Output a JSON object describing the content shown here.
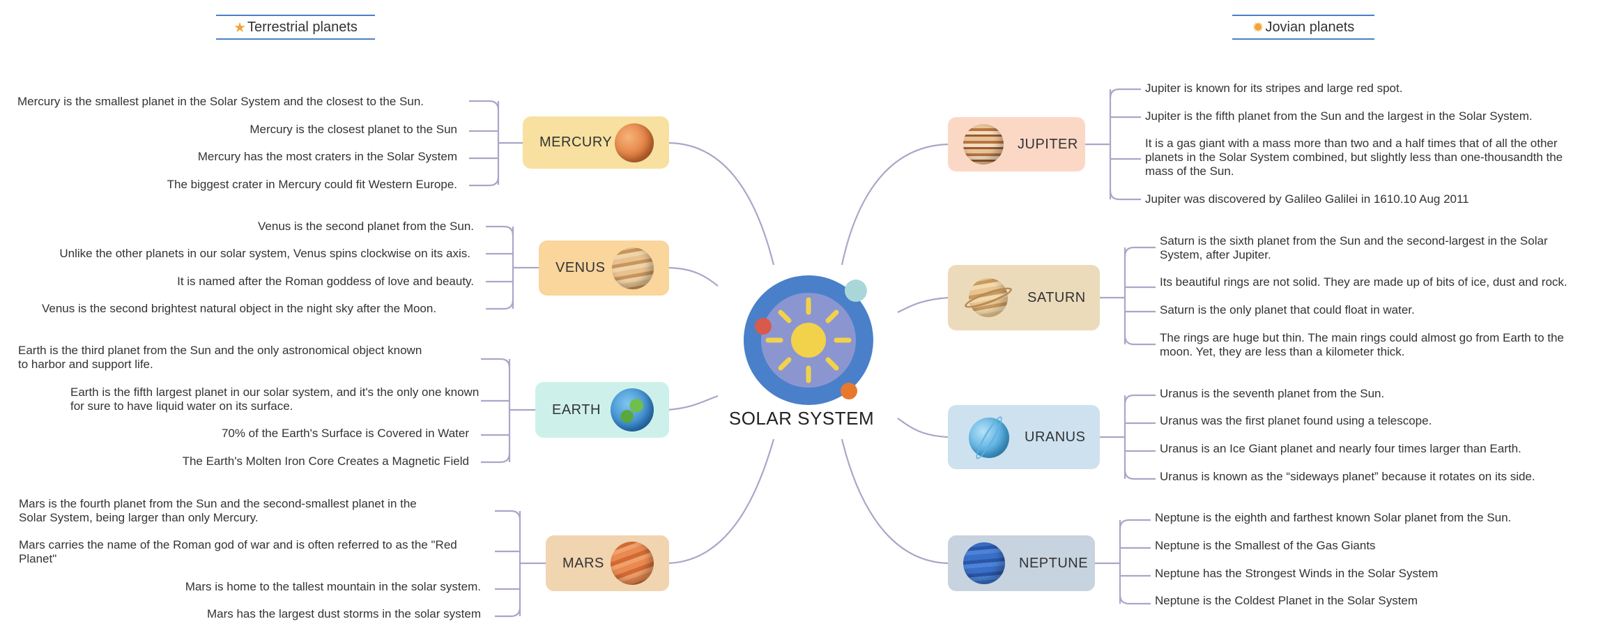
{
  "center": {
    "title": "SOLAR SYSTEM"
  },
  "headers": {
    "terrestrial": {
      "icon": "star-icon",
      "label": "Terrestrial planets"
    },
    "jovian": {
      "icon": "star-icon",
      "label": "Jovian planets"
    }
  },
  "planets": {
    "mercury": {
      "label": "MERCURY",
      "color": "#f7e0a0",
      "facts": [
        "Mercury is the smallest planet in the Solar System and the closest to the Sun.",
        "Mercury is the closest planet to the Sun",
        "Mercury has the most craters in the Solar System",
        "The biggest crater in Mercury could fit Western Europe."
      ]
    },
    "venus": {
      "label": "VENUS",
      "color": "#fad59c",
      "facts": [
        "Venus is the second planet from the Sun.",
        "Unlike the other planets in our solar system, Venus spins clockwise on its axis.",
        "It is named after the Roman goddess of love and beauty.",
        "Venus is the second brightest natural object in the night sky after the Moon."
      ]
    },
    "earth": {
      "label": "EARTH",
      "color": "#cdf1ea",
      "facts": [
        "Earth is the third planet from the Sun and the only astronomical object known to harbor and support life.",
        "Earth is the fifth largest planet in our solar system, and it's the only one known for sure to have liquid water on its surface.",
        "70% of the Earth's Surface is Covered in Water",
        "The Earth's Molten Iron Core Creates a Magnetic Field"
      ]
    },
    "mars": {
      "label": "MARS",
      "color": "#f1d4b0",
      "facts": [
        "Mars is the fourth planet from the Sun and the second-smallest planet in the Solar System, being larger than only Mercury.",
        "Mars carries the name of the Roman god of war and is often referred to as the \"Red Planet\"",
        "Mars is home to the tallest mountain in the solar system.",
        "Mars has the largest dust storms in the solar system"
      ]
    },
    "jupiter": {
      "label": "JUPITER",
      "color": "#fbd8c6",
      "facts": [
        "Jupiter is known for its stripes and large red spot.",
        "Jupiter is the fifth planet from the Sun and the largest in the Solar System.",
        "It is a gas giant with a mass more than two and a half times that of all the other planets in the Solar System combined, but slightly less than one-thousandth the mass of the Sun.",
        "Jupiter was discovered by Galileo Galilei in 1610.10 Aug 2011"
      ]
    },
    "saturn": {
      "label": "SATURN",
      "color": "#ecdbbb",
      "facts": [
        "Saturn is the sixth planet from the Sun and the second-largest in the Solar System, after Jupiter.",
        "Its beautiful rings are not solid. They are made up of bits of ice, dust and rock.",
        "Saturn is the only planet that could float in water.",
        "The rings are huge but thin. The main rings could almost go from Earth to the moon. Yet, they are less than a kilometer thick."
      ]
    },
    "uranus": {
      "label": "URANUS",
      "color": "#cde1ef",
      "facts": [
        "Uranus is the seventh planet from the Sun.",
        "Uranus was the first planet found using a telescope.",
        "Uranus is an Ice Giant planet and nearly four times larger than Earth.",
        "Uranus is known as the “sideways planet” because it rotates on its side."
      ]
    },
    "neptune": {
      "label": "NEPTUNE",
      "color": "#c7d3de",
      "facts": [
        "Neptune is the eighth and farthest known Solar planet from the Sun.",
        "Neptune is the Smallest of the Gas Giants",
        "Neptune has the Strongest Winds in the Solar System",
        "Neptune is the Coldest Planet in the Solar System"
      ]
    }
  }
}
